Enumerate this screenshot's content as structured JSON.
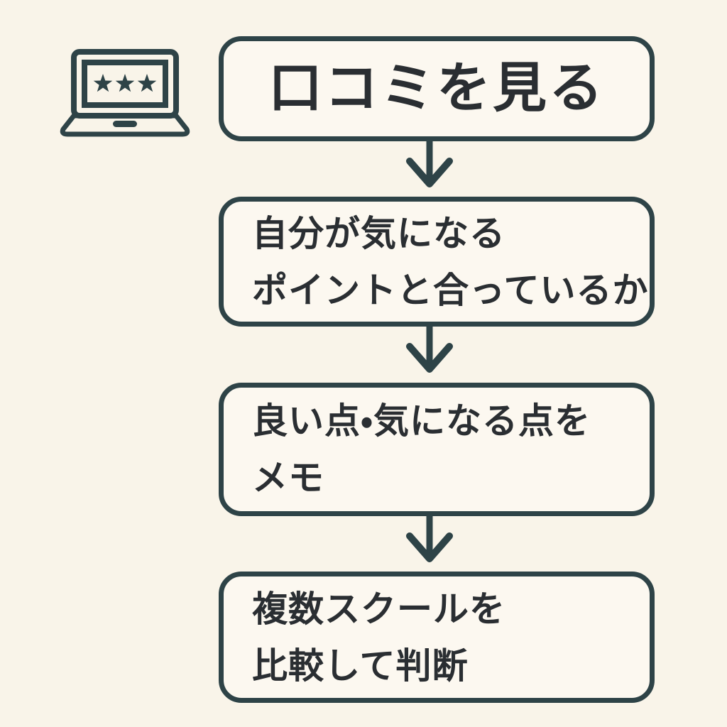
{
  "page": {
    "background": "#f9f4e9",
    "box_fill": "#fcf8f0",
    "line_color": "#2e4347",
    "text_color": "#2a2e32"
  },
  "icon": {
    "name": "laptop-with-star-rating",
    "star_count": 3
  },
  "flow": {
    "steps": [
      {
        "lines": [
          "口コミを見る"
        ]
      },
      {
        "lines": [
          "自分が気になる",
          "ポイントと合っているか"
        ]
      },
      {
        "lines": [
          "良い点・気になる点を",
          "メモ"
        ]
      },
      {
        "lines": [
          "複数スクールを",
          "比較して判断"
        ]
      }
    ]
  }
}
